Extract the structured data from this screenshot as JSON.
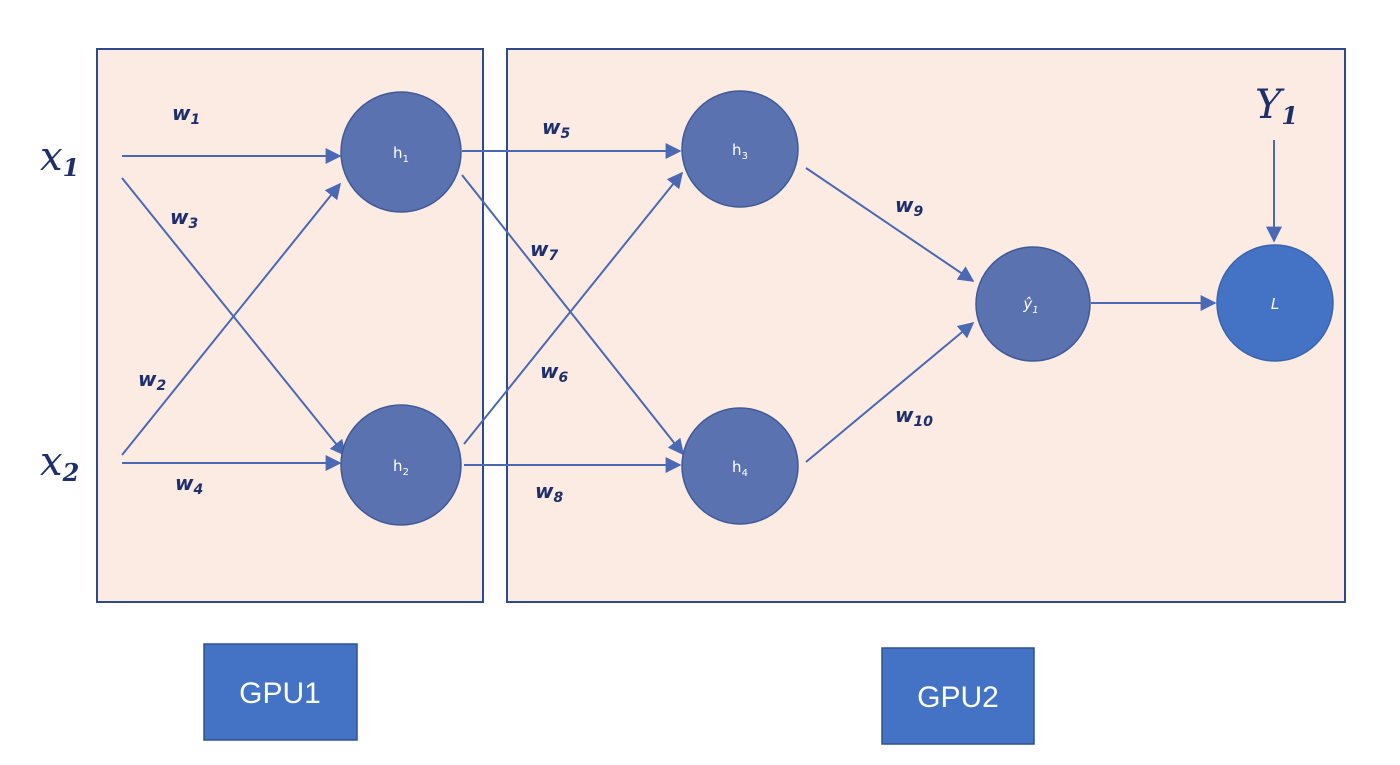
{
  "inputs": {
    "x1": {
      "base": "x",
      "sub": "1"
    },
    "x2": {
      "base": "x",
      "sub": "2"
    }
  },
  "target": {
    "base": "Y",
    "sub": "1"
  },
  "nodes": {
    "h1": {
      "base": "h",
      "sub": "1"
    },
    "h2": {
      "base": "h",
      "sub": "2"
    },
    "h3": {
      "base": "h",
      "sub": "3"
    },
    "h4": {
      "base": "h",
      "sub": "4"
    },
    "yhat": {
      "base": "ŷ",
      "sub": "1"
    },
    "loss": "L"
  },
  "weights": {
    "w1": {
      "base": "w",
      "sub": "1"
    },
    "w2": {
      "base": "w",
      "sub": "2"
    },
    "w3": {
      "base": "w",
      "sub": "3"
    },
    "w4": {
      "base": "w",
      "sub": "4"
    },
    "w5": {
      "base": "w",
      "sub": "5"
    },
    "w6": {
      "base": "w",
      "sub": "6"
    },
    "w7": {
      "base": "w",
      "sub": "7"
    },
    "w8": {
      "base": "w",
      "sub": "8"
    },
    "w9": {
      "base": "w",
      "sub": "9"
    },
    "w10": {
      "base": "w",
      "sub": "10"
    }
  },
  "gpus": {
    "gpu1": "GPU1",
    "gpu2": "GPU2"
  },
  "colors": {
    "region_fill": "#fcebe3",
    "region_border": "#2f4a8a",
    "node_fill": "#5b72b0",
    "loss_fill": "#4472c4",
    "edge": "#4a68b3",
    "gpu_label_fill": "#4472c4"
  }
}
